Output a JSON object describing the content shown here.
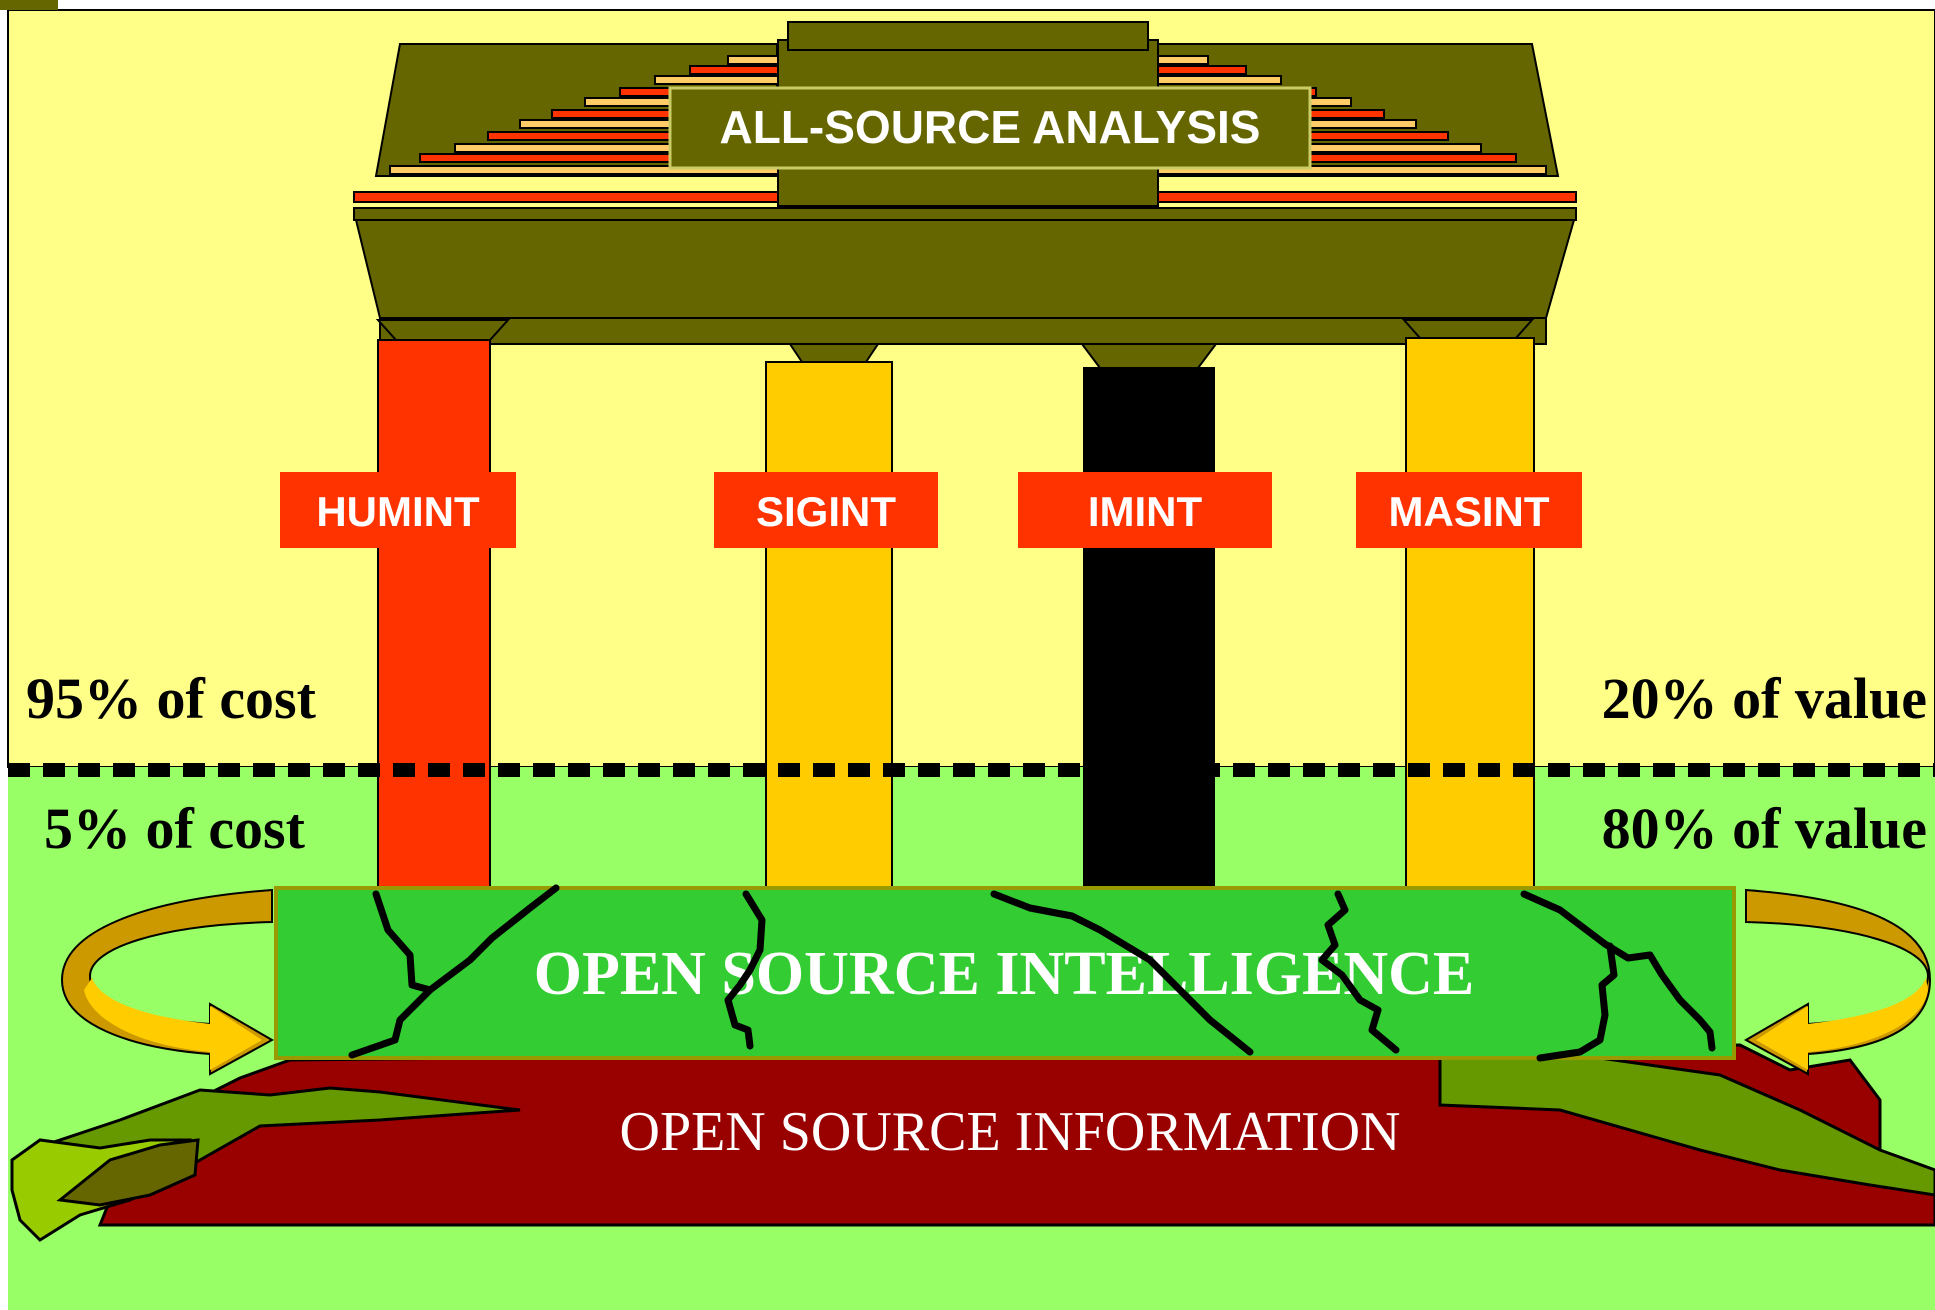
{
  "colors": {
    "sky": "#ffff88",
    "ground": "#99ff66",
    "temple": "#666600",
    "stripe_red": "#ff3300",
    "stripe_yellow": "#ffcc66",
    "label_red": "#ff3300",
    "pillar_humint": "#ff3300",
    "pillar_sigint": "#ffcc00",
    "pillar_imint": "#000000",
    "pillar_masint": "#ffcc00",
    "osint_band": "#33cc33",
    "osinf_band": "#990000",
    "arrow": "#cc9900"
  },
  "roof": {
    "label": "ALL-SOURCE ANALYSIS"
  },
  "pillars": [
    {
      "label": "HUMINT",
      "color": "#ff3300"
    },
    {
      "label": "SIGINT",
      "color": "#ffcc00"
    },
    {
      "label": "IMINT",
      "color": "#000000"
    },
    {
      "label": "MASINT",
      "color": "#ffcc00"
    }
  ],
  "upper": {
    "cost": "95% of cost",
    "value": "20% of value"
  },
  "lower": {
    "cost": "5% of cost",
    "value": "80% of value"
  },
  "foundation": {
    "intelligence": "OPEN SOURCE INTELLIGENCE",
    "information": "OPEN SOURCE INFORMATION"
  }
}
